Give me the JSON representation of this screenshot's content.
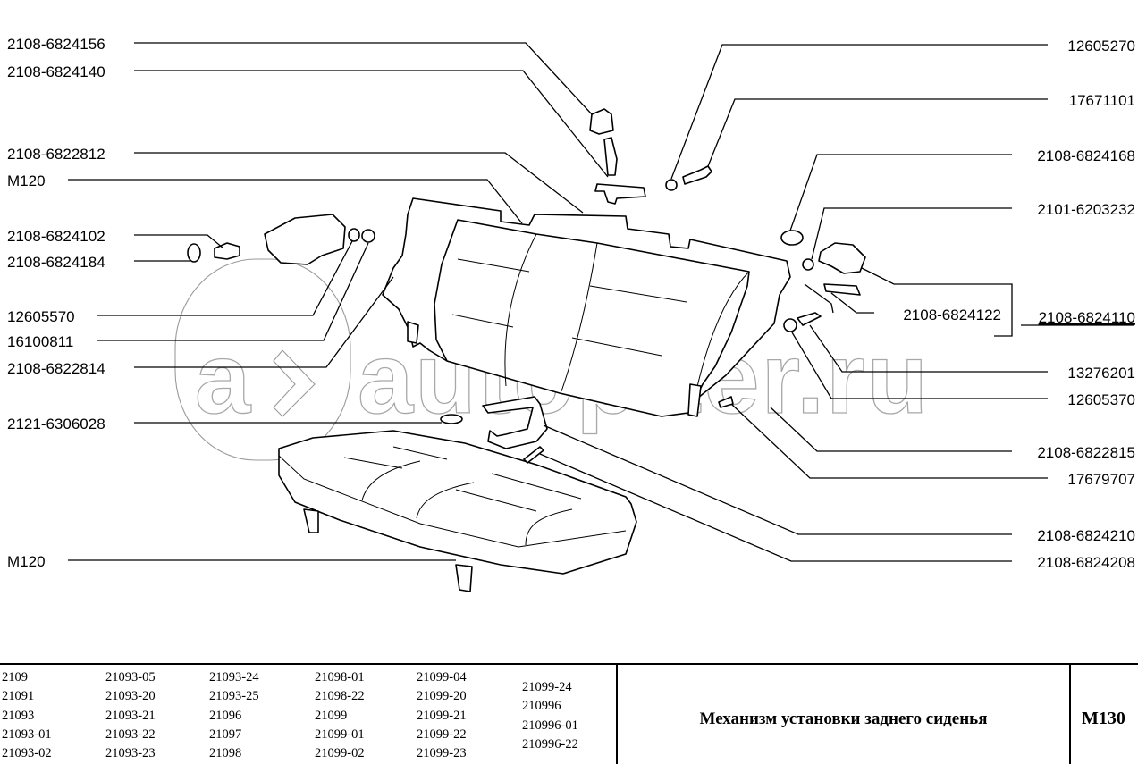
{
  "diagram": {
    "watermark": {
      "logo_letter": "a",
      "text": "autopiter.ru"
    },
    "callouts_left": [
      {
        "id": "2108-6824156"
      },
      {
        "id": "2108-6824140"
      },
      {
        "id": "2108-6822812"
      },
      {
        "id": "M120"
      },
      {
        "id": "2108-6824102"
      },
      {
        "id": "2108-6824184"
      },
      {
        "id": "12605570"
      },
      {
        "id": "16100811"
      },
      {
        "id": "2108-6822814"
      },
      {
        "id": "2121-6306028"
      },
      {
        "id": "M120"
      }
    ],
    "callouts_right": [
      {
        "id": "12605270"
      },
      {
        "id": "17671101"
      },
      {
        "id": "2108-6824168"
      },
      {
        "id": "2101-6203232"
      },
      {
        "id": "2108-6824122"
      },
      {
        "id": "2108-6824110",
        "underlined": true
      },
      {
        "id": "13276201"
      },
      {
        "id": "12605370"
      },
      {
        "id": "2108-6822815"
      },
      {
        "id": "17679707"
      },
      {
        "id": "2108-6824210"
      },
      {
        "id": "2108-6824208"
      }
    ]
  },
  "footer": {
    "models": [
      [
        "2109",
        "21091",
        "21093",
        "21093-01",
        "21093-02"
      ],
      [
        "21093-05",
        "21093-20",
        "21093-21",
        "21093-22",
        "21093-23"
      ],
      [
        "21093-24",
        "21093-25",
        "21096",
        "21097",
        "21098"
      ],
      [
        "21098-01",
        "21098-22",
        "21099",
        "21099-01",
        "21099-02"
      ],
      [
        "21099-04",
        "21099-20",
        "21099-21",
        "21099-22",
        "21099-23"
      ],
      [
        "21099-24",
        "210996",
        "210996-01",
        "210996-22"
      ]
    ],
    "title": "Механизм установки заднего сиденья",
    "code": "M130"
  }
}
